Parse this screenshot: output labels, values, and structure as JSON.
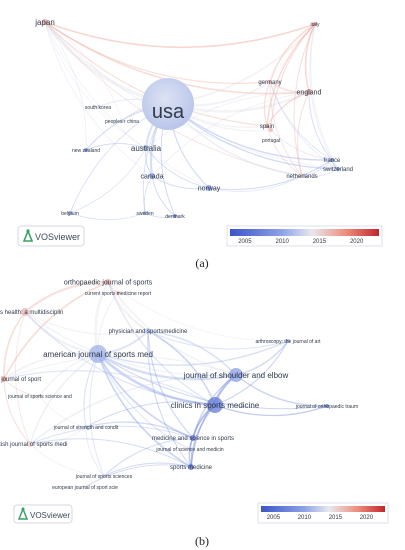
{
  "colors": {
    "old": "#3b55c8",
    "mid": "#dfe3ee",
    "new": "#c0262d",
    "edge_blue": "#8fa2e0",
    "edge_red": "#f08c78",
    "text": "#2f3a4a"
  },
  "panel_a": {
    "caption": "(a)",
    "logo_text": "VOSviewer",
    "scale_ticks": [
      "2005",
      "2010",
      "2015",
      "2020"
    ],
    "nodes": [
      {
        "label": "japan",
        "year": 2018
      },
      {
        "label": "usa",
        "year": 2012
      },
      {
        "label": "italy",
        "year": 2019
      },
      {
        "label": "germany",
        "year": 2017
      },
      {
        "label": "england",
        "year": 2018
      },
      {
        "label": "south korea",
        "year": 2015
      },
      {
        "label": "peoples r china",
        "year": 2014
      },
      {
        "label": "spain",
        "year": 2018
      },
      {
        "label": "portugal",
        "year": 2017
      },
      {
        "label": "australia",
        "year": 2012
      },
      {
        "label": "new zealand",
        "year": 2009
      },
      {
        "label": "canada",
        "year": 2011
      },
      {
        "label": "norway",
        "year": 2010
      },
      {
        "label": "france",
        "year": 2009
      },
      {
        "label": "switzerland",
        "year": 2010
      },
      {
        "label": "netherlands",
        "year": 2016
      },
      {
        "label": "belgium",
        "year": 2011
      },
      {
        "label": "sweden",
        "year": 2012
      },
      {
        "label": "denmark",
        "year": 2009
      }
    ]
  },
  "panel_b": {
    "caption": "(b)",
    "logo_text": "VOSviewer",
    "scale_ticks": [
      "2005",
      "2010",
      "2015",
      "2020"
    ],
    "nodes": [
      {
        "label": "orthopaedic journal of sports",
        "year": 2018
      },
      {
        "label": "current sports medicine report",
        "year": 2017
      },
      {
        "label": "sports health: a multidisciplin",
        "year": 2017
      },
      {
        "label": "physician and sportsmedicine",
        "year": 2013
      },
      {
        "label": "arthroscopy: the journal of art",
        "year": 2012
      },
      {
        "label": "american journal of sports med",
        "year": 2012
      },
      {
        "label": "journal of shoulder and elbow",
        "year": 2011
      },
      {
        "label": "international journal of sport",
        "year": 2018
      },
      {
        "label": "journal of sports science and",
        "year": 2016
      },
      {
        "label": "clinics in sports medicine",
        "year": 2008
      },
      {
        "label": "journal of orthopaedic traum",
        "year": 2008
      },
      {
        "label": "journal of strength and condit",
        "year": 2013
      },
      {
        "label": "medicine and science in sports",
        "year": 2008
      },
      {
        "label": "british journal of sports medi",
        "year": 2016
      },
      {
        "label": "journal of science and medicin",
        "year": 2013
      },
      {
        "label": "sports medicine",
        "year": 2007
      },
      {
        "label": "journal of sports sciences",
        "year": 2014
      },
      {
        "label": "european journal of sport scie",
        "year": 2015
      }
    ]
  }
}
